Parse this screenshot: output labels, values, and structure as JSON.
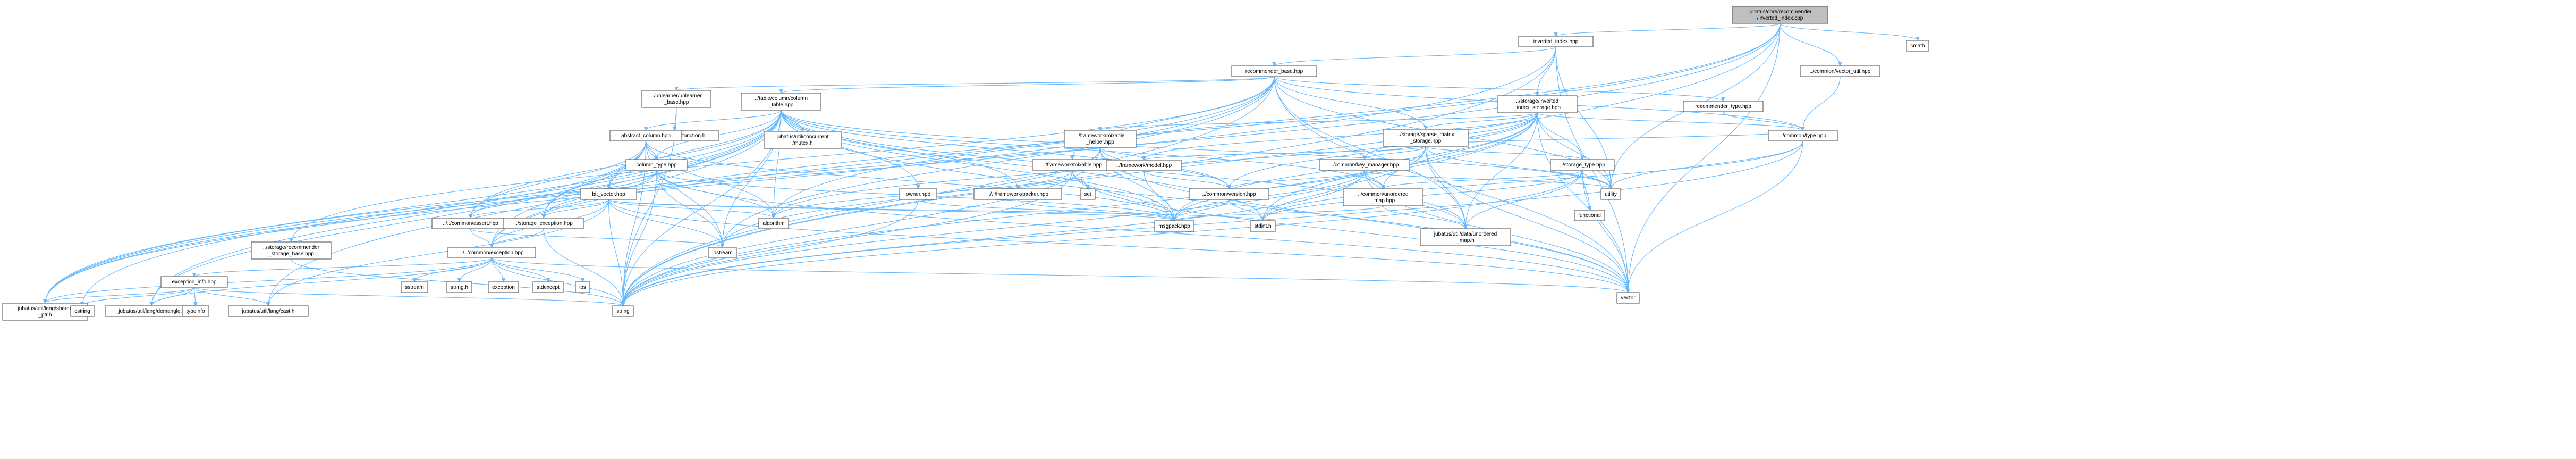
{
  "title": "jubatus/core/recommender/inverted_index.cpp",
  "colors": {
    "root_fill": "#bfbfbf",
    "node_fill": "#ffffff",
    "node_border": "#bfbfbf",
    "highlight_border": "#ff0000",
    "edge": "#63b8ff",
    "edge_dark": "#191970"
  },
  "nodes": [
    {
      "id": "root",
      "lines": [
        "jubatus/core/recommender",
        "/inverted_index.cpp"
      ],
      "style": "root"
    },
    {
      "id": "inverted_index_hpp",
      "lines": [
        "inverted_index.hpp"
      ],
      "style": "normal"
    },
    {
      "id": "cmath",
      "lines": [
        "cmath"
      ],
      "style": "normal"
    },
    {
      "id": "vector_util",
      "lines": [
        "../common/vector_util.hpp"
      ],
      "style": "normal"
    },
    {
      "id": "recommender_base",
      "lines": [
        "recommender_base.hpp"
      ],
      "style": "normal"
    },
    {
      "id": "unlearner",
      "lines": [
        "../unlearner/unlearner",
        "_base.hpp"
      ],
      "style": "normal"
    },
    {
      "id": "column_table",
      "lines": [
        "../table/column/column",
        "_table.hpp"
      ],
      "style": "normal"
    },
    {
      "id": "inverted_index_storage",
      "lines": [
        "../storage/inverted",
        "_index_storage.hpp"
      ],
      "style": "normal"
    },
    {
      "id": "recommender_type",
      "lines": [
        "recommender_type.hpp"
      ],
      "style": "normal"
    },
    {
      "id": "function_h",
      "lines": [
        "jubatus/util/lang/function.h"
      ],
      "style": "normal"
    },
    {
      "id": "abstract_column",
      "lines": [
        "abstract_column.hpp"
      ],
      "style": "highlight"
    },
    {
      "id": "concurrent_mutex",
      "lines": [
        "jubatus/util/concurrent",
        "/mutex.h"
      ],
      "style": "normal"
    },
    {
      "id": "mixable_helper",
      "lines": [
        "../framework/mixable",
        "_helper.hpp"
      ],
      "style": "highlight"
    },
    {
      "id": "sparse_matrix",
      "lines": [
        "../storage/sparse_matrix",
        "_storage.hpp"
      ],
      "style": "normal"
    },
    {
      "id": "common_type",
      "lines": [
        "../common/type.hpp"
      ],
      "style": "normal"
    },
    {
      "id": "column_type",
      "lines": [
        "column_type.hpp"
      ],
      "style": "normal"
    },
    {
      "id": "mixable_hpp",
      "lines": [
        "../framework/mixable.hpp"
      ],
      "style": "normal"
    },
    {
      "id": "model_hpp",
      "lines": [
        "../framework/model.hpp"
      ],
      "style": "normal"
    },
    {
      "id": "key_manager",
      "lines": [
        "../common/key_manager.hpp"
      ],
      "style": "normal"
    },
    {
      "id": "storage_type",
      "lines": [
        "../storage_type.hpp"
      ],
      "style": "highlight"
    },
    {
      "id": "bit_vector",
      "lines": [
        "bit_vector.hpp"
      ],
      "style": "highlight"
    },
    {
      "id": "owner_hpp",
      "lines": [
        "owner.hpp"
      ],
      "style": "highlight"
    },
    {
      "id": "packer_hpp",
      "lines": [
        "../../framework/packer.hpp"
      ],
      "style": "normal"
    },
    {
      "id": "set",
      "lines": [
        "set"
      ],
      "style": "normal"
    },
    {
      "id": "version_hpp",
      "lines": [
        "../common/version.hpp"
      ],
      "style": "highlight"
    },
    {
      "id": "unordered_map_hpp",
      "lines": [
        "../common/unordered",
        "_map.hpp"
      ],
      "style": "normal"
    },
    {
      "id": "utility",
      "lines": [
        "utility"
      ],
      "style": "normal"
    },
    {
      "id": "functional",
      "lines": [
        "functional"
      ],
      "style": "normal"
    },
    {
      "id": "common_assert",
      "lines": [
        "../../common/assert.hpp"
      ],
      "style": "highlight"
    },
    {
      "id": "storage_exception",
      "lines": [
        "../storage_exception.hpp"
      ],
      "style": "normal"
    },
    {
      "id": "algorithm",
      "lines": [
        "algorithm"
      ],
      "style": "normal"
    },
    {
      "id": "msgpack",
      "lines": [
        "msgpack.hpp"
      ],
      "style": "normal"
    },
    {
      "id": "stdint",
      "lines": [
        "stdint.h"
      ],
      "style": "normal"
    },
    {
      "id": "data_unordered_map",
      "lines": [
        "jubatus/util/data/unordered",
        "_map.h"
      ],
      "style": "normal"
    },
    {
      "id": "recommender_storage_base",
      "lines": [
        "../storage/recommender",
        "_storage_base.hpp"
      ],
      "style": "normal"
    },
    {
      "id": "iostream",
      "lines": [
        "iostream"
      ],
      "style": "normal"
    },
    {
      "id": "common_exception",
      "lines": [
        "../../common/exception.hpp"
      ],
      "style": "normal"
    },
    {
      "id": "exception_info",
      "lines": [
        "exception_info.hpp"
      ],
      "style": "normal"
    },
    {
      "id": "sstream",
      "lines": [
        "sstream"
      ],
      "style": "normal"
    },
    {
      "id": "string_h",
      "lines": [
        "string.h"
      ],
      "style": "normal"
    },
    {
      "id": "exception",
      "lines": [
        "exception"
      ],
      "style": "normal"
    },
    {
      "id": "stdexcept",
      "lines": [
        "stdexcept"
      ],
      "style": "normal"
    },
    {
      "id": "ios",
      "lines": [
        "ios"
      ],
      "style": "normal"
    },
    {
      "id": "vector",
      "lines": [
        "vector"
      ],
      "style": "normal"
    },
    {
      "id": "shared_ptr",
      "lines": [
        "jubatus/util/lang/shared",
        "_ptr.h"
      ],
      "style": "normal"
    },
    {
      "id": "cstring",
      "lines": [
        "cstring"
      ],
      "style": "normal"
    },
    {
      "id": "demangle",
      "lines": [
        "jubatus/util/lang/demangle.h"
      ],
      "style": "normal"
    },
    {
      "id": "typeinfo",
      "lines": [
        "typeinfo"
      ],
      "style": "normal"
    },
    {
      "id": "cast_h",
      "lines": [
        "jubatus/util/lang/cast.h"
      ],
      "style": "normal"
    },
    {
      "id": "string",
      "lines": [
        "string"
      ],
      "style": "normal"
    }
  ],
  "edges": [
    [
      "root",
      "inverted_index_hpp"
    ],
    [
      "root",
      "cmath"
    ],
    [
      "root",
      "vector_util"
    ],
    [
      "root",
      "string"
    ],
    [
      "root",
      "vector"
    ],
    [
      "root",
      "shared_ptr"
    ],
    [
      "root",
      "common_exception"
    ],
    [
      "root",
      "algorithm"
    ],
    [
      "root",
      "utility"
    ],
    [
      "inverted_index_hpp",
      "recommender_base"
    ],
    [
      "inverted_index_hpp",
      "inverted_index_storage"
    ],
    [
      "inverted_index_hpp",
      "string"
    ],
    [
      "inverted_index_hpp",
      "utility"
    ],
    [
      "inverted_index_hpp",
      "vector"
    ],
    [
      "inverted_index_hpp",
      "shared_ptr"
    ],
    [
      "vector_util",
      "common_type"
    ],
    [
      "recommender_base",
      "unlearner"
    ],
    [
      "recommender_base",
      "column_table"
    ],
    [
      "recommender_base",
      "recommender_type"
    ],
    [
      "recommender_base",
      "sparse_matrix"
    ],
    [
      "recommender_base",
      "mixable_hpp"
    ],
    [
      "recommender_base",
      "common_type"
    ],
    [
      "recommender_base",
      "utility"
    ],
    [
      "recommender_base",
      "vector"
    ],
    [
      "recommender_base",
      "string"
    ],
    [
      "recommender_base",
      "shared_ptr"
    ],
    [
      "recommender_base",
      "recommender_storage_base"
    ],
    [
      "recommender_base",
      "data_unordered_map"
    ],
    [
      "recommender_base",
      "iostream"
    ],
    [
      "recommender_base",
      "common_exception"
    ],
    [
      "unlearner",
      "function_h"
    ],
    [
      "unlearner",
      "string"
    ],
    [
      "column_table",
      "abstract_column"
    ],
    [
      "column_table",
      "concurrent_mutex"
    ],
    [
      "column_table",
      "column_type"
    ],
    [
      "column_table",
      "bit_vector"
    ],
    [
      "column_table",
      "owner_hpp"
    ],
    [
      "column_table",
      "packer_hpp"
    ],
    [
      "column_table",
      "version_hpp"
    ],
    [
      "column_table",
      "unordered_map_hpp"
    ],
    [
      "column_table",
      "utility"
    ],
    [
      "column_table",
      "common_assert"
    ],
    [
      "column_table",
      "storage_exception"
    ],
    [
      "column_table",
      "algorithm"
    ],
    [
      "column_table",
      "msgpack"
    ],
    [
      "column_table",
      "stdint"
    ],
    [
      "column_table",
      "iostream"
    ],
    [
      "column_table",
      "common_exception"
    ],
    [
      "column_table",
      "vector"
    ],
    [
      "column_table",
      "string"
    ],
    [
      "column_table",
      "shared_ptr"
    ],
    [
      "column_table",
      "cstring"
    ],
    [
      "column_table",
      "demangle"
    ],
    [
      "column_table",
      "cast_h"
    ],
    [
      "column_table",
      "data_unordered_map"
    ],
    [
      "inverted_index_storage",
      "mixable_helper"
    ],
    [
      "inverted_index_storage",
      "sparse_matrix"
    ],
    [
      "inverted_index_storage",
      "key_manager"
    ],
    [
      "inverted_index_storage",
      "storage_type"
    ],
    [
      "inverted_index_storage",
      "version_hpp"
    ],
    [
      "inverted_index_storage",
      "unordered_map_hpp"
    ],
    [
      "inverted_index_storage",
      "utility"
    ],
    [
      "inverted_index_storage",
      "msgpack"
    ],
    [
      "inverted_index_storage",
      "vector"
    ],
    [
      "inverted_index_storage",
      "string"
    ],
    [
      "inverted_index_storage",
      "data_unordered_map"
    ],
    [
      "inverted_index_storage",
      "common_type"
    ],
    [
      "inverted_index_storage",
      "model_hpp"
    ],
    [
      "inverted_index_storage",
      "stdint"
    ],
    [
      "inverted_index_storage",
      "algorithm"
    ],
    [
      "recommender_type",
      "common_type"
    ],
    [
      "abstract_column",
      "column_type"
    ],
    [
      "abstract_column",
      "bit_vector"
    ],
    [
      "abstract_column",
      "common_assert"
    ],
    [
      "abstract_column",
      "storage_exception"
    ],
    [
      "abstract_column",
      "algorithm"
    ],
    [
      "abstract_column",
      "msgpack"
    ],
    [
      "abstract_column",
      "string"
    ],
    [
      "abstract_column",
      "shared_ptr"
    ],
    [
      "abstract_column",
      "iostream"
    ],
    [
      "abstract_column",
      "demangle"
    ],
    [
      "mixable_helper",
      "model_hpp"
    ],
    [
      "mixable_helper",
      "version_hpp"
    ],
    [
      "mixable_helper",
      "msgpack"
    ],
    [
      "mixable_helper",
      "vector"
    ],
    [
      "mixable_helper",
      "string"
    ],
    [
      "mixable_helper",
      "iostream"
    ],
    [
      "sparse_matrix",
      "key_manager"
    ],
    [
      "sparse_matrix",
      "storage_type"
    ],
    [
      "sparse_matrix",
      "unordered_map_hpp"
    ],
    [
      "sparse_matrix",
      "utility"
    ],
    [
      "sparse_matrix",
      "vector"
    ],
    [
      "sparse_matrix",
      "string"
    ],
    [
      "sparse_matrix",
      "msgpack"
    ],
    [
      "sparse_matrix",
      "data_unordered_map"
    ],
    [
      "sparse_matrix",
      "model_hpp"
    ],
    [
      "sparse_matrix",
      "common_type"
    ],
    [
      "common_type",
      "utility"
    ],
    [
      "common_type",
      "vector"
    ],
    [
      "common_type",
      "string"
    ],
    [
      "common_type",
      "stdint"
    ],
    [
      "column_type",
      "common_assert"
    ],
    [
      "column_type",
      "storage_exception"
    ],
    [
      "column_type",
      "msgpack"
    ],
    [
      "column_type",
      "string"
    ],
    [
      "column_type",
      "iostream"
    ],
    [
      "column_type",
      "algorithm"
    ],
    [
      "column_type",
      "vector"
    ],
    [
      "mixable_hpp",
      "model_hpp"
    ],
    [
      "mixable_hpp",
      "set"
    ],
    [
      "mixable_hpp",
      "msgpack"
    ],
    [
      "mixable_hpp",
      "string"
    ],
    [
      "mixable_hpp",
      "vector"
    ],
    [
      "mixable_hpp",
      "algorithm"
    ],
    [
      "model_hpp",
      "version_hpp"
    ],
    [
      "model_hpp",
      "msgpack"
    ],
    [
      "key_manager",
      "unordered_map_hpp"
    ],
    [
      "key_manager",
      "msgpack"
    ],
    [
      "key_manager",
      "stdint"
    ],
    [
      "key_manager",
      "string"
    ],
    [
      "key_manager",
      "vector"
    ],
    [
      "key_manager",
      "data_unordered_map"
    ],
    [
      "key_manager",
      "utility"
    ],
    [
      "key_manager",
      "version_hpp"
    ],
    [
      "storage_type",
      "utility"
    ],
    [
      "storage_type",
      "functional"
    ],
    [
      "storage_type",
      "vector"
    ],
    [
      "storage_type",
      "string"
    ],
    [
      "storage_type",
      "data_unordered_map"
    ],
    [
      "storage_type",
      "unordered_map_hpp"
    ],
    [
      "storage_type",
      "stdint"
    ],
    [
      "bit_vector",
      "common_assert"
    ],
    [
      "bit_vector",
      "storage_exception"
    ],
    [
      "bit_vector",
      "msgpack"
    ],
    [
      "bit_vector",
      "string"
    ],
    [
      "bit_vector",
      "vector"
    ],
    [
      "bit_vector",
      "iostream"
    ],
    [
      "bit_vector",
      "algorithm"
    ],
    [
      "bit_vector",
      "common_exception"
    ],
    [
      "bit_vector",
      "cast_h"
    ],
    [
      "bit_vector",
      "stdint"
    ],
    [
      "owner_hpp",
      "msgpack"
    ],
    [
      "owner_hpp",
      "string"
    ],
    [
      "packer_hpp",
      "msgpack"
    ],
    [
      "version_hpp",
      "msgpack"
    ],
    [
      "version_hpp",
      "stdint"
    ],
    [
      "unordered_map_hpp",
      "data_unordered_map"
    ],
    [
      "unordered_map_hpp",
      "msgpack"
    ],
    [
      "common_assert",
      "common_exception"
    ],
    [
      "common_assert",
      "iostream"
    ],
    [
      "storage_exception",
      "common_exception"
    ],
    [
      "storage_exception",
      "string"
    ],
    [
      "recommender_storage_base",
      "string"
    ],
    [
      "common_exception",
      "exception_info"
    ],
    [
      "common_exception",
      "sstream"
    ],
    [
      "common_exception",
      "string_h"
    ],
    [
      "common_exception",
      "exception"
    ],
    [
      "common_exception",
      "stdexcept"
    ],
    [
      "common_exception",
      "ios"
    ],
    [
      "common_exception",
      "vector"
    ],
    [
      "common_exception",
      "string"
    ],
    [
      "common_exception",
      "shared_ptr"
    ],
    [
      "common_exception",
      "demangle"
    ],
    [
      "exception_info",
      "shared_ptr"
    ],
    [
      "exception_info",
      "cstring"
    ],
    [
      "exception_info",
      "demangle"
    ],
    [
      "exception_info",
      "typeinfo"
    ],
    [
      "exception_info",
      "cast_h"
    ],
    [
      "exception_info",
      "string"
    ]
  ]
}
